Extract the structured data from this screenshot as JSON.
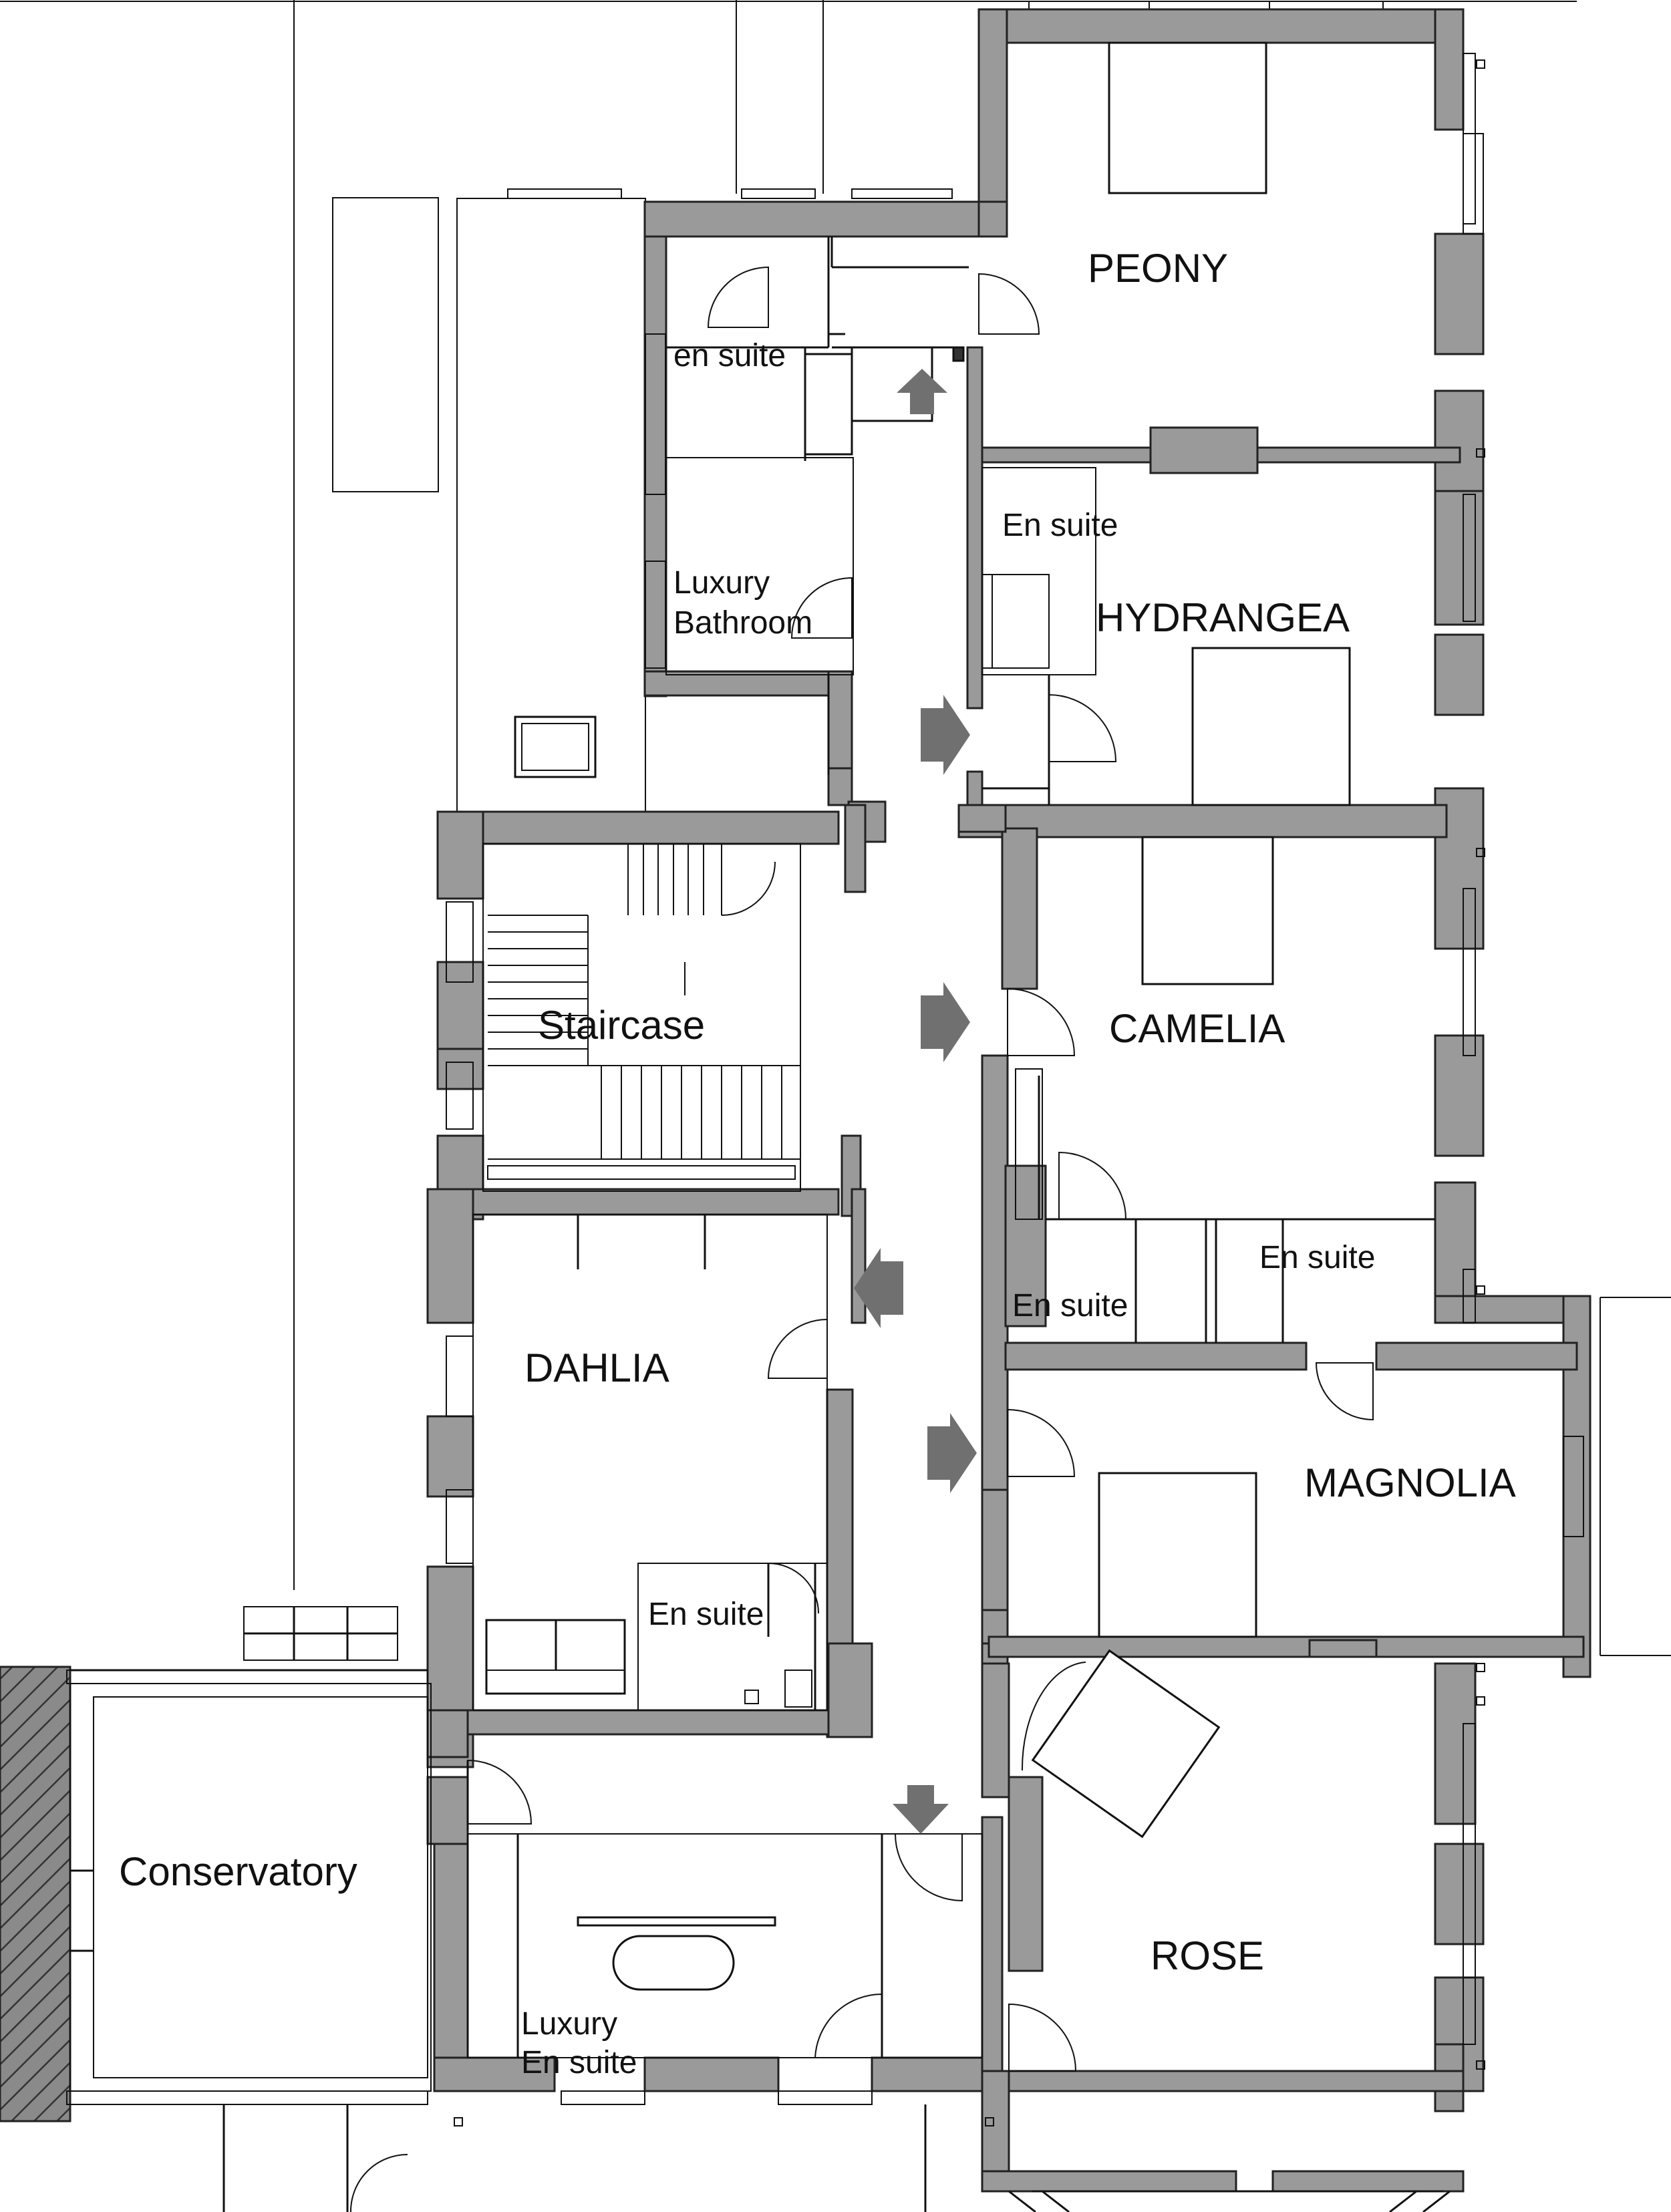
{
  "rooms": {
    "peony": "PEONY",
    "hydrangea": "HYDRANGEA",
    "camelia": "CAMELIA",
    "magnolia": "MAGNOLIA",
    "rose": "ROSE",
    "dahlia": "DAHLIA",
    "staircase": "Staircase",
    "conservatory": "Conservatory"
  },
  "ensuites": {
    "top_en_suite": "en suite",
    "luxury_bathroom_line1": "Luxury",
    "luxury_bathroom_line2": "Bathroom",
    "hydrangea_en_suite": "En suite",
    "camelia_en_suite": "En suite",
    "magnolia_en_suite": "En suite",
    "dahlia_en_suite": "En suite",
    "luxury_en_suite_line1": "Luxury",
    "luxury_en_suite_line2": "En suite"
  },
  "colors": {
    "wall": "#9a9a9a",
    "arrow": "#707070",
    "line": "#111111"
  }
}
